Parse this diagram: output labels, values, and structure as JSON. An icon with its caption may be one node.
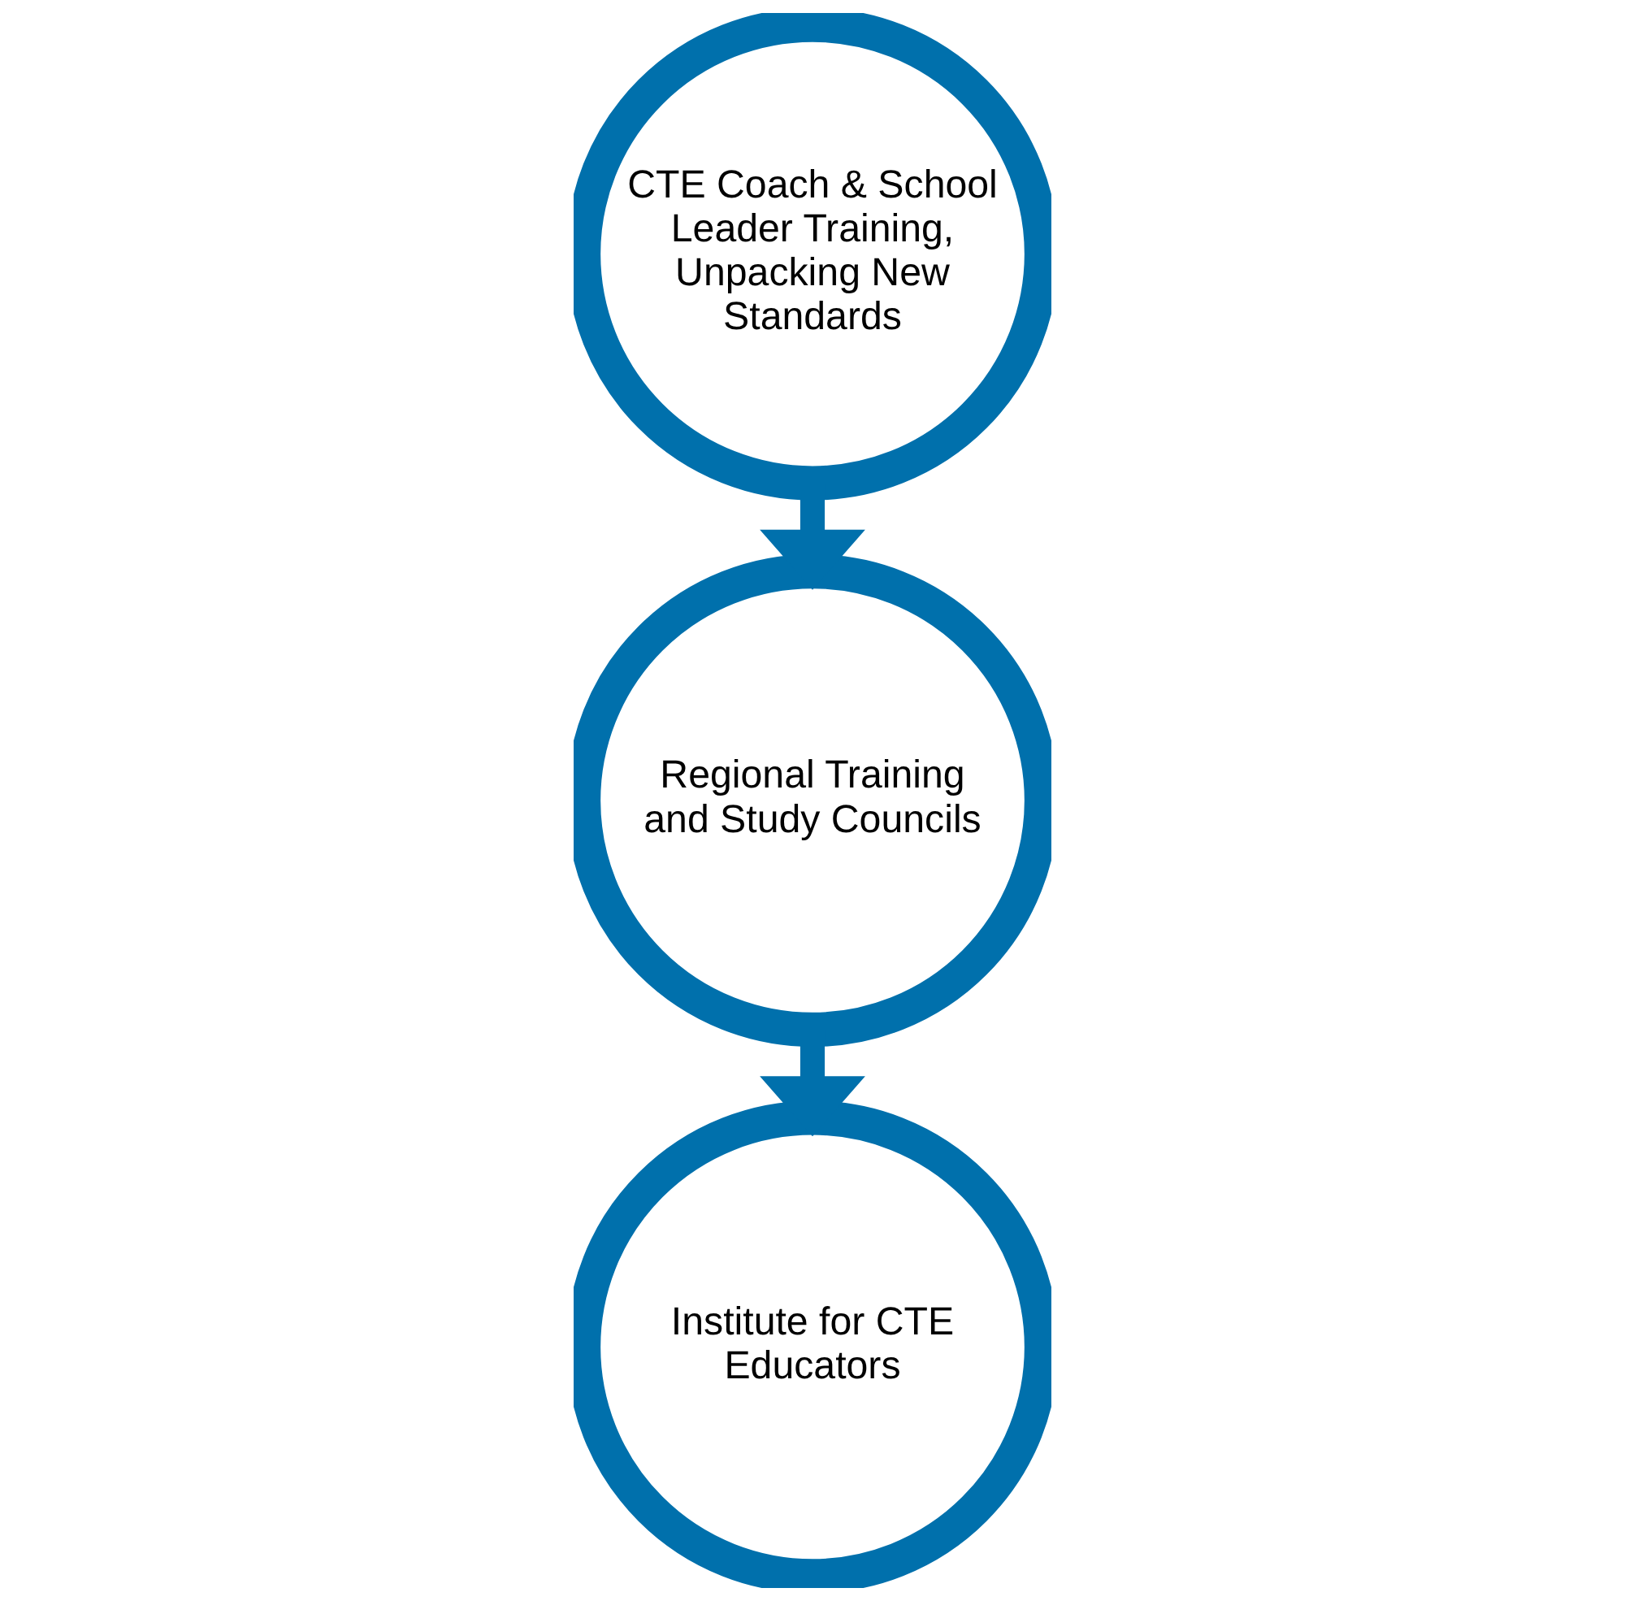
{
  "diagram": {
    "nodes": [
      {
        "text": [
          "CTE Coach & School Leader Training, Unpacking New Standards"
        ]
      },
      {
        "text": [
          "Regional Training and Study Councils"
        ]
      },
      {
        "text": [
          "Institute for CTE Educators"
        ]
      }
    ],
    "edges": [
      {
        "from": 0,
        "to": 1,
        "arrow": "to"
      },
      {
        "from": 1,
        "to": 2,
        "arrow": "to"
      }
    ]
  }
}
